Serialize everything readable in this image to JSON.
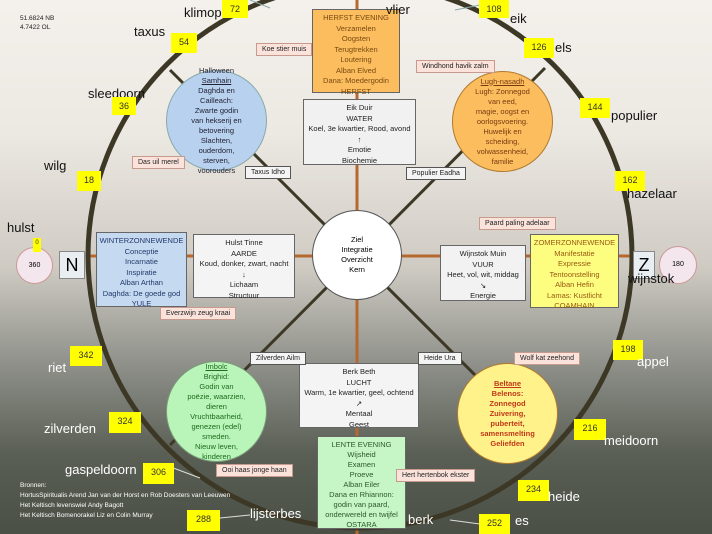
{
  "coords": [
    "51.6824 NB",
    "4.7422 OL"
  ],
  "center": [
    "Ziel",
    "Integratie",
    "Overzicht",
    "Kern"
  ],
  "herfst": [
    "HERFST EVENING",
    "Verzamelen",
    "Oogsten",
    "Terugtrekken",
    "Loutering",
    "Alban Elved",
    "Dana: Moedergodin",
    "HERFST"
  ],
  "water": [
    "Eik Duir",
    "WATER",
    "Koel, 3e kwartier, Rood, avond",
    "↑",
    "Emotie",
    "Biochemie"
  ],
  "winter": [
    "WINTERZONNEWENDE",
    "Conceptie",
    "Incarnatie",
    "Inspiratie",
    "Alban Arthan",
    "Daghda: De goede god",
    "YULE"
  ],
  "aarde": [
    "Hulst Tinne",
    "AARDE",
    "Koud, donker, zwart, nacht",
    "↓",
    "Lichaam",
    "Structuur"
  ],
  "vuur": [
    "Wijnstok Muin",
    "VUUR",
    "Heet, vol, wit, middag",
    "↘",
    "Energie"
  ],
  "zomer": [
    "ZOMERZONNEWENDE",
    "Manifestatie",
    "Expressie",
    "Tentoonstelling",
    "Alban Hefin",
    "Lamas: Kustlicht",
    "COAMHAIN"
  ],
  "lucht": [
    "Berk Beth",
    "LUCHT",
    "Warm, 1e kwartier, geel, ochtend",
    "↗",
    "Mentaal",
    "Geest"
  ],
  "lente": [
    "LENTE EVENING",
    "Wijsheid",
    "Examen",
    "Proeve",
    "Alban Eiler",
    "Dana en Rhiannon:",
    "godin van paard,",
    "onderwereld en twijfel",
    "OSTARA"
  ],
  "samhain": {
    "title": "Samhain",
    "lines": [
      "Halloween",
      "Daghda en",
      "Cailleach:",
      "Zwarte godin",
      "van hekserij en",
      "betovering",
      "Slachten, ouderdom, sterven,",
      "voorouders"
    ]
  },
  "lugh": {
    "title": "Lugh-nasadh",
    "lines": [
      "Lugh: Zonnegod",
      "van eed,",
      "magie, oogst en",
      "oorlogsvoering.",
      "Huwelijk en",
      "scheiding,",
      "volwassenheid,",
      "familie"
    ]
  },
  "imbolc": {
    "title": "Imbolc",
    "lines": [
      "Brighid:",
      "Godin van",
      "poëzie, waarzien,",
      "dieren",
      "Vruchtbaarheid,",
      "genezen (edel)",
      "smeden.",
      "Nieuw leven,",
      "kinderen"
    ]
  },
  "beltane": {
    "title": "Beltane",
    "lines": [
      "Belenos:",
      "Zonnegod",
      "Zuivering,",
      "puberteit,",
      "samensmelting",
      "Geliefden"
    ]
  },
  "animals": {
    "koe": "Koe stier muis",
    "windhond": "Windhond havik zalm",
    "das": "Das uil merel",
    "paard": "Paard paling adelaar",
    "everzwijn": "Everzwijn zeug kraai",
    "wolf": "Wolf kat zeehond",
    "ooi": "Ooi haas jonge haan",
    "hert": "Hert hertenbok ekster"
  },
  "ogham": {
    "taxus": "Taxus Idho",
    "populier": "Populier Eadha",
    "zilverden": "Zilverden Ailm",
    "heide": "Heide Ura"
  },
  "north": {
    "letter": "N",
    "deg_top": "0",
    "deg": "360"
  },
  "south": {
    "letter": "Z",
    "deg": "180"
  },
  "trees": [
    {
      "name": "klimop",
      "deg": "72"
    },
    {
      "name": "vlier",
      "deg": ""
    },
    {
      "name": "eik",
      "deg": "108"
    },
    {
      "name": "taxus",
      "deg": "54"
    },
    {
      "name": "els",
      "deg": "126"
    },
    {
      "name": "sleedoorn",
      "deg": "36"
    },
    {
      "name": "populier",
      "deg": "144"
    },
    {
      "name": "wilg",
      "deg": "18"
    },
    {
      "name": "hazelaar",
      "deg": "162"
    },
    {
      "name": "hulst",
      "deg": ""
    },
    {
      "name": "wijnstok",
      "deg": ""
    },
    {
      "name": "riet",
      "deg": "342"
    },
    {
      "name": "appel",
      "deg": "198"
    },
    {
      "name": "zilverden",
      "deg": "324"
    },
    {
      "name": "meidoorn",
      "deg": "216"
    },
    {
      "name": "gaspeldoorn",
      "deg": "306"
    },
    {
      "name": "heide",
      "deg": "234"
    },
    {
      "name": "lijsterbes",
      "deg": "288"
    },
    {
      "name": "berk",
      "deg": ""
    },
    {
      "name": "es",
      "deg": "252"
    }
  ],
  "sources": [
    "Bronnen:",
    "HortusSpiritualis Arend Jan van der Horst en Rob Doesters van Leeuwen",
    "Het Keltisch levenswiel Andy Bagott",
    "Het Keltisch Bomenorakel Liz en Colin Murray"
  ],
  "colors": {
    "ring": "#3d3826",
    "spoke": "#b5692e",
    "winter": "#c5d9f1",
    "herfst": "#fbbd5e",
    "zomer": "#fdfd80",
    "lente": "#c6f5c6"
  }
}
